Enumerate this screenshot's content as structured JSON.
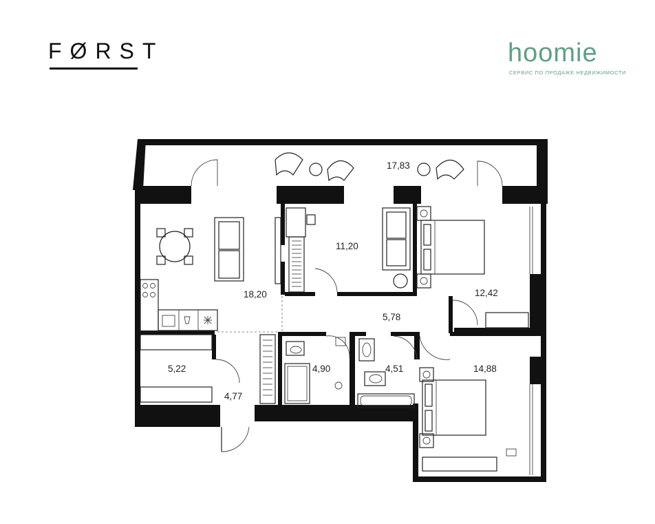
{
  "header": {
    "developer_logo": "FØRST",
    "agency_logo": "hoomie",
    "agency_tagline": "СЕРВИС ПО ПРОДАЖЕ НЕДВИЖИМОСТИ"
  },
  "rooms": [
    {
      "id": "balcony",
      "area": "17,83"
    },
    {
      "id": "kitchen-living",
      "area": "18,20"
    },
    {
      "id": "study",
      "area": "11,20"
    },
    {
      "id": "bedroom-1",
      "area": "12,42"
    },
    {
      "id": "hall",
      "area": "5,78"
    },
    {
      "id": "storage",
      "area": "5,22"
    },
    {
      "id": "entry",
      "area": "4,77"
    },
    {
      "id": "bathroom-1",
      "area": "4,90"
    },
    {
      "id": "bathroom-2",
      "area": "4,51"
    },
    {
      "id": "bedroom-2",
      "area": "14,88"
    }
  ],
  "colors": {
    "wall": "#111111",
    "brand_green": "#5fa083",
    "background": "#ffffff"
  }
}
